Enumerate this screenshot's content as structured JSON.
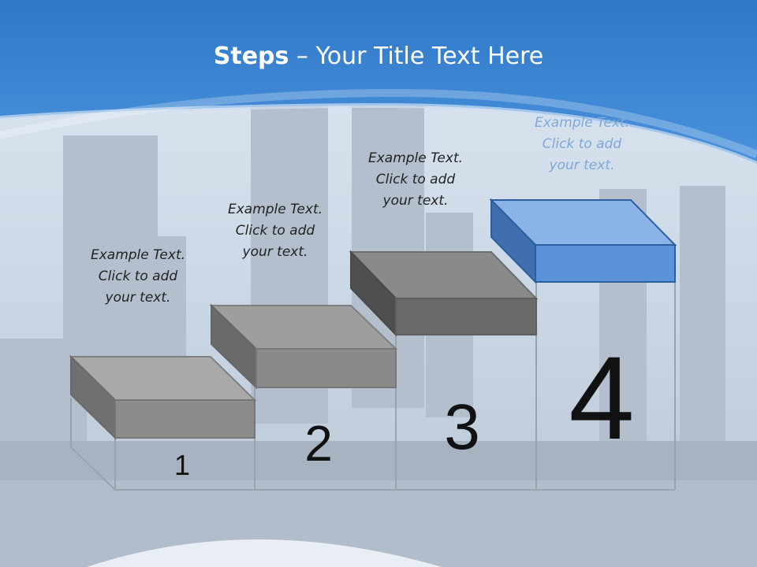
{
  "title": {
    "bold": "Steps",
    "rest": " – Your Title Text Here"
  },
  "steps": [
    {
      "number": "1",
      "lines": [
        "Example Text.",
        "Click  to add",
        "your text."
      ],
      "color": "#8c8c8c"
    },
    {
      "number": "2",
      "lines": [
        "Example Text.",
        "Click  to add",
        "your text."
      ],
      "color": "#8c8c8c"
    },
    {
      "number": "3",
      "lines": [
        "Example Text.",
        "Click  to add",
        "your text."
      ],
      "color": "#6f6f6f"
    },
    {
      "number": "4",
      "lines": [
        "Example Text.",
        "Click  to add",
        "your text."
      ],
      "color": "#5b93d8"
    }
  ],
  "colors": {
    "header_blue": "#3f86d2",
    "sky": "#c9d7e6",
    "highlight": "#5b93d8"
  }
}
